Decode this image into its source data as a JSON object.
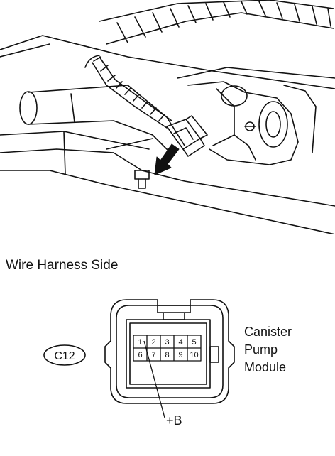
{
  "caption": "Wire Harness Side",
  "connector": {
    "code": "C12",
    "component_lines": [
      "Canister",
      "Pump",
      "Module"
    ],
    "pins_top": [
      "1",
      "2",
      "3",
      "4",
      "5"
    ],
    "pins_bottom": [
      "6",
      "7",
      "8",
      "9",
      "10"
    ],
    "terminal_label": "+B"
  }
}
